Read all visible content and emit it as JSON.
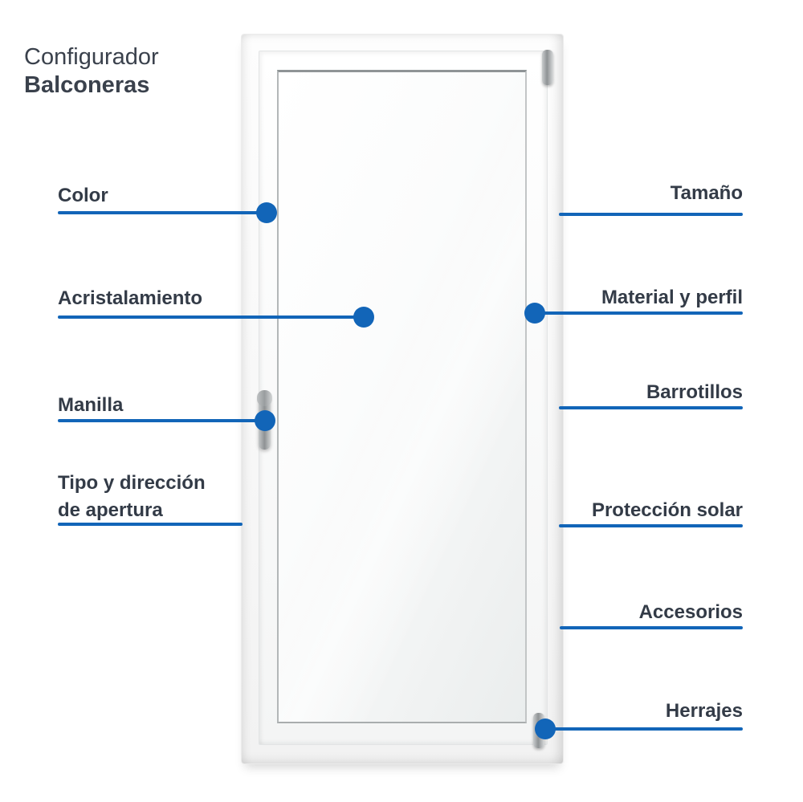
{
  "title": {
    "line1": "Configurador",
    "line2": "Balconeras"
  },
  "sections": {
    "left": [
      {
        "label": "Color"
      },
      {
        "label": "Acristalamiento"
      },
      {
        "label": "Manilla"
      },
      {
        "label": "Tipo y dirección",
        "label_line2": "de apertura"
      }
    ],
    "right": [
      {
        "label": "Tamaño"
      },
      {
        "label": "Material y perfil"
      },
      {
        "label": "Barrotillos"
      },
      {
        "label": "Protección solar"
      },
      {
        "label": "Accesorios"
      },
      {
        "label": "Herrajes"
      }
    ]
  },
  "diagram": {
    "subject": "balcony-door",
    "accent_color": "#1265b8",
    "text_color": "#333b47"
  }
}
